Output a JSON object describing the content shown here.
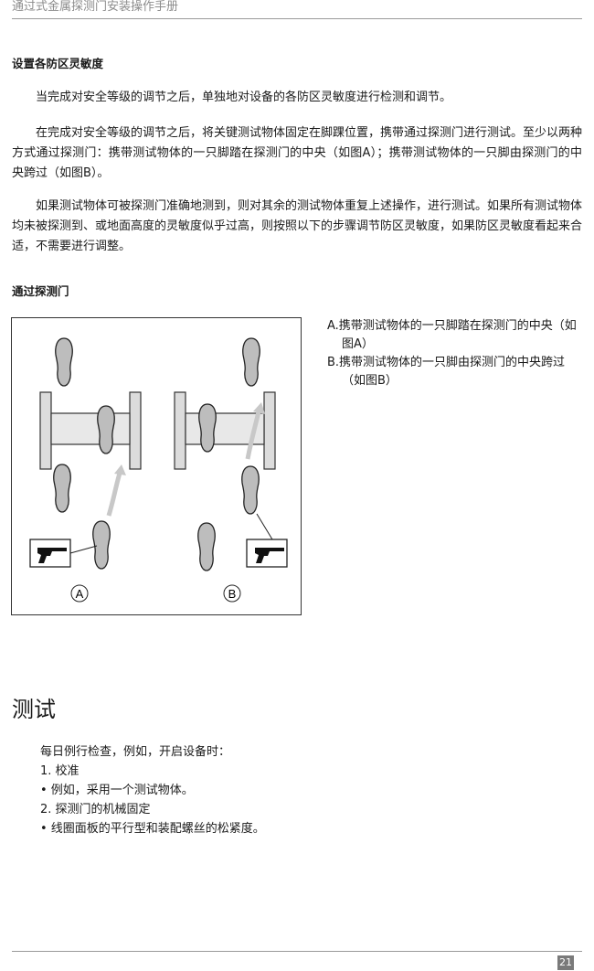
{
  "header": {
    "title": "通过式金属探测门安装操作手册"
  },
  "section1": {
    "heading": "设置各防区灵敏度",
    "paragraphs": [
      "当完成对安全等级的调节之后，单独地对设备的各防区灵敏度进行检测和调节。",
      "在完成对安全等级的调节之后，将关键测试物体固定在脚踝位置，携带通过探测门进行测试。至少以两种方式通过探测门：携带测试物体的一只脚踏在探测门的中央（如图A）；携带测试物体的一只脚由探测门的中央跨过（如图B）。",
      "如果测试物体可被探测门准确地测到，则对其余的测试物体重复上述操作，进行测试。如果所有测试物体均未被探测到、或地面高度的灵敏度似乎过高，则按照以下的步骤调节防区灵敏度，如果防区灵敏度看起来合适，不需要进行调整。"
    ]
  },
  "section2": {
    "heading": "通过探测门",
    "figure": {
      "label_a": "A",
      "label_b": "B"
    },
    "caption": [
      "A.携带测试物体的一只脚踏在探测门的中央（如图A）",
      "B.携带测试物体的一只脚由探测门的中央跨过（如图B）"
    ]
  },
  "section3": {
    "title": "测试",
    "intro": "每日例行检查，例如，开启设备时：",
    "items": [
      "1. 校准",
      "•  例如，采用一个测试物体。",
      "2. 探测门的机械固定",
      "•  线圈面板的平行型和装配螺丝的松紧度。"
    ]
  },
  "footer": {
    "page_number": "21"
  }
}
